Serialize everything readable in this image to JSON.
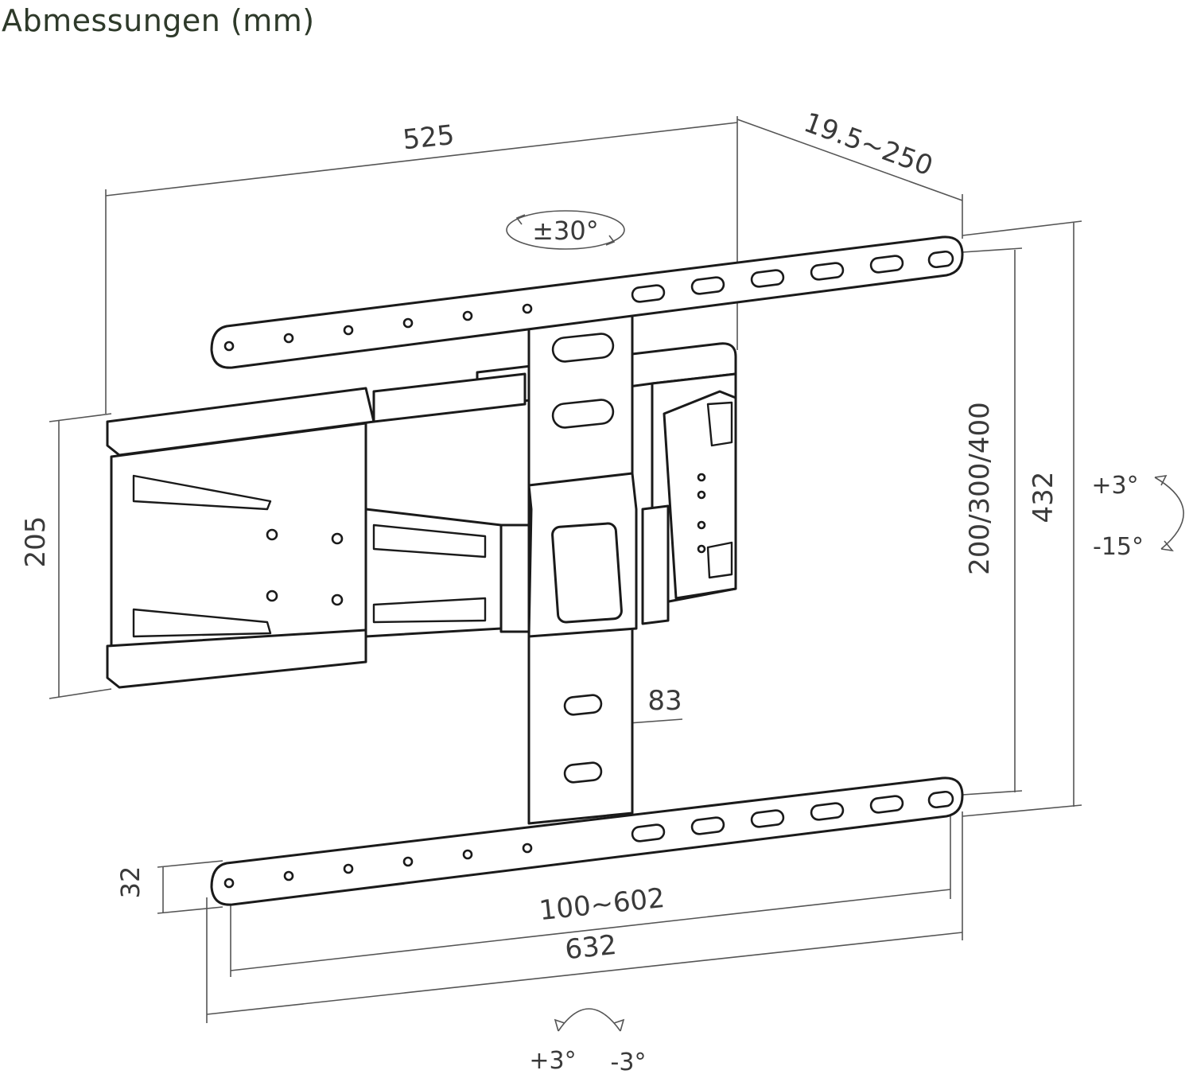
{
  "title": "Abmessungen (mm)",
  "dimensions": {
    "width": "525",
    "depth": "19.5~250",
    "swivel": "±30°",
    "arm_height": "205",
    "vesa_vertical": "200/300/400",
    "plate_height": "432",
    "tilt_up": "+3°",
    "tilt_down": "-15°",
    "column_width": "83",
    "rail_height": "32",
    "vesa_horizontal": "100~602",
    "rail_length": "632",
    "rotate_plus": "+3°",
    "rotate_minus": "-3°"
  },
  "colors": {
    "line": "#1a1a1a",
    "dimension": "#555555",
    "title": "#2e3a2a"
  }
}
